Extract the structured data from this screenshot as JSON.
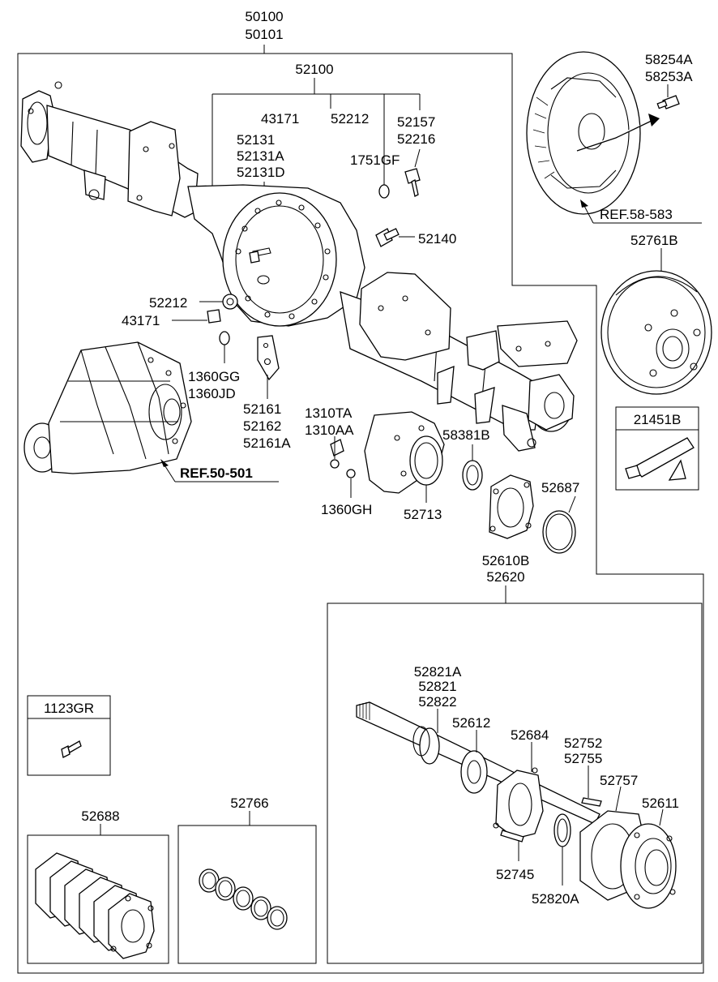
{
  "diagram": {
    "assembly": [
      "50100",
      "50101"
    ],
    "axle_housing": "52100",
    "callouts": {
      "c43171_top": "43171",
      "c52212_top": "52212",
      "c52157": "52157",
      "c52216": "52216",
      "c52131": "52131",
      "c52131A": "52131A",
      "c52131D": "52131D",
      "c1751GF": "1751GF",
      "c52140": "52140",
      "c52212_left": "52212",
      "c43171_left": "43171",
      "c1360GG": "1360GG",
      "c1360JD": "1360JD",
      "c52161": "52161",
      "c52162": "52162",
      "c52161A": "52161A",
      "c1310TA": "1310TA",
      "c1310AA": "1310AA",
      "c1360GH": "1360GH",
      "c52713": "52713",
      "c58381B": "58381B",
      "c52687": "52687",
      "c58254A": "58254A",
      "c58253A": "58253A",
      "c52761B": "52761B",
      "c21451B": "21451B",
      "c52610B": "52610B",
      "c52620": "52620",
      "c52821A": "52821A",
      "c52821": "52821",
      "c52822": "52822",
      "c52612": "52612",
      "c52684": "52684",
      "c52752": "52752",
      "c52755": "52755",
      "c52757": "52757",
      "c52611": "52611",
      "c52745": "52745",
      "c52820A": "52820A",
      "c1123GR": "1123GR",
      "c52688": "52688",
      "c52766": "52766"
    },
    "references": {
      "ref_diff": "REF.50-501",
      "ref_brake": "REF.58-583"
    }
  }
}
